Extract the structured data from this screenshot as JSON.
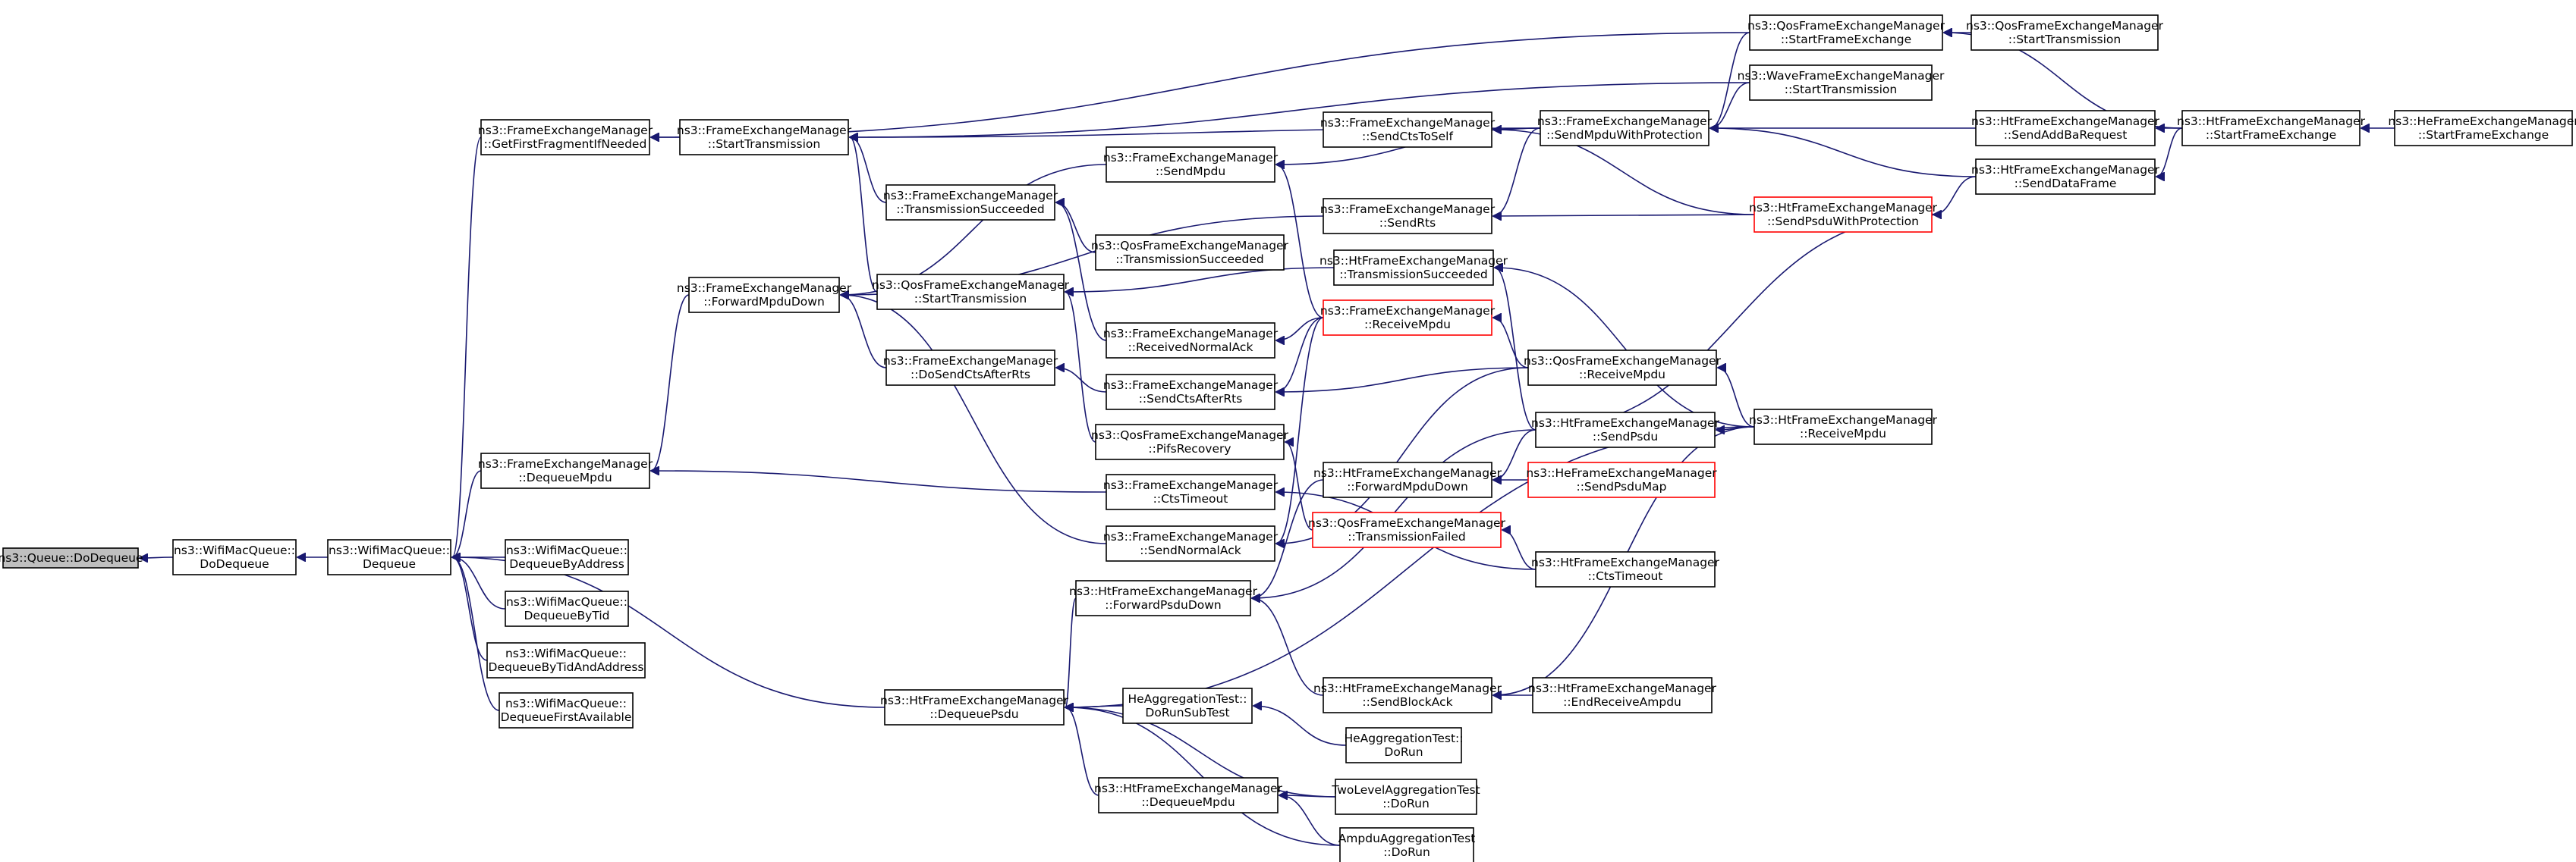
{
  "diagram": {
    "nodes": [
      {
        "id": "n0",
        "lines": [
          "ns3::Queue::DoDequeue"
        ],
        "current": true
      },
      {
        "id": "n1",
        "lines": [
          "ns3::WifiMacQueue::",
          "DoDequeue"
        ]
      },
      {
        "id": "n2",
        "lines": [
          "ns3::WifiMacQueue::",
          "Dequeue"
        ]
      },
      {
        "id": "n3",
        "lines": [
          "ns3::FrameExchangeManager",
          "::GetFirstFragmentIfNeeded"
        ]
      },
      {
        "id": "n4",
        "lines": [
          "ns3::FrameExchangeManager",
          "::DequeueMpdu"
        ]
      },
      {
        "id": "n5",
        "lines": [
          "ns3::WifiMacQueue::",
          "DequeueByAddress"
        ]
      },
      {
        "id": "n6",
        "lines": [
          "ns3::WifiMacQueue::",
          "DequeueByTid"
        ]
      },
      {
        "id": "n7",
        "lines": [
          "ns3::WifiMacQueue::",
          "DequeueByTidAndAddress"
        ]
      },
      {
        "id": "n8",
        "lines": [
          "ns3::WifiMacQueue::",
          "DequeueFirstAvailable"
        ]
      },
      {
        "id": "n9",
        "lines": [
          "ns3::FrameExchangeManager",
          "::StartTransmission"
        ]
      },
      {
        "id": "n10",
        "lines": [
          "ns3::FrameExchangeManager",
          "::ForwardMpduDown"
        ]
      },
      {
        "id": "n11",
        "lines": [
          "ns3::FrameExchangeManager",
          "::TransmissionSucceeded"
        ]
      },
      {
        "id": "n12",
        "lines": [
          "ns3::QosFrameExchangeManager",
          "::StartTransmission"
        ]
      },
      {
        "id": "n13",
        "lines": [
          "ns3::FrameExchangeManager",
          "::DoSendCtsAfterRts"
        ]
      },
      {
        "id": "n14",
        "lines": [
          "ns3::HtFrameExchangeManager",
          "::DequeuePsdu"
        ]
      },
      {
        "id": "n15",
        "lines": [
          "ns3::FrameExchangeManager",
          "::SendMpdu"
        ]
      },
      {
        "id": "n16",
        "lines": [
          "ns3::QosFrameExchangeManager",
          "::TransmissionSucceeded"
        ]
      },
      {
        "id": "n17",
        "lines": [
          "ns3::FrameExchangeManager",
          "::ReceivedNormalAck"
        ]
      },
      {
        "id": "n18",
        "lines": [
          "ns3::FrameExchangeManager",
          "::SendCtsAfterRts"
        ]
      },
      {
        "id": "n19",
        "lines": [
          "ns3::QosFrameExchangeManager",
          "::PifsRecovery"
        ]
      },
      {
        "id": "n20",
        "lines": [
          "ns3::FrameExchangeManager",
          "::CtsTimeout"
        ]
      },
      {
        "id": "n21",
        "lines": [
          "ns3::FrameExchangeManager",
          "::SendNormalAck"
        ]
      },
      {
        "id": "n22",
        "lines": [
          "ns3::HtFrameExchangeManager",
          "::ForwardPsduDown"
        ]
      },
      {
        "id": "n23",
        "lines": [
          "HeAggregationTest::",
          "DoRunSubTest"
        ]
      },
      {
        "id": "n24",
        "lines": [
          "ns3::HtFrameExchangeManager",
          "::DequeueMpdu"
        ]
      },
      {
        "id": "n25",
        "lines": [
          "ns3::FrameExchangeManager",
          "::SendCtsToSelf"
        ]
      },
      {
        "id": "n26",
        "lines": [
          "ns3::FrameExchangeManager",
          "::SendRts"
        ]
      },
      {
        "id": "n27",
        "lines": [
          "ns3::HtFrameExchangeManager",
          "::TransmissionSucceeded"
        ]
      },
      {
        "id": "n28",
        "lines": [
          "ns3::FrameExchangeManager",
          "::ReceiveMpdu"
        ],
        "red": true
      },
      {
        "id": "n29",
        "lines": [
          "ns3::HtFrameExchangeManager",
          "::ForwardMpduDown"
        ]
      },
      {
        "id": "n30",
        "lines": [
          "ns3::QosFrameExchangeManager",
          "::TransmissionFailed"
        ],
        "red": true
      },
      {
        "id": "n31",
        "lines": [
          "ns3::HtFrameExchangeManager",
          "::SendBlockAck"
        ]
      },
      {
        "id": "n32",
        "lines": [
          "HeAggregationTest::",
          "DoRun"
        ]
      },
      {
        "id": "n33",
        "lines": [
          "TwoLevelAggregationTest",
          "::DoRun"
        ]
      },
      {
        "id": "n34",
        "lines": [
          "AmpduAggregationTest",
          "::DoRun"
        ]
      },
      {
        "id": "n35",
        "lines": [
          "ns3::QosFrameExchangeManager",
          "::StartFrameExchange"
        ]
      },
      {
        "id": "n36",
        "lines": [
          "ns3::WaveFrameExchangeManager",
          "::StartTransmission"
        ]
      },
      {
        "id": "n37",
        "lines": [
          "ns3::FrameExchangeManager",
          "::SendMpduWithProtection"
        ]
      },
      {
        "id": "n38",
        "lines": [
          "ns3::HtFrameExchangeManager",
          "::SendPsduWithProtection"
        ],
        "red": true
      },
      {
        "id": "n39",
        "lines": [
          "ns3::QosFrameExchangeManager",
          "::ReceiveMpdu"
        ]
      },
      {
        "id": "n40",
        "lines": [
          "ns3::HtFrameExchangeManager",
          "::SendPsdu"
        ]
      },
      {
        "id": "n41",
        "lines": [
          "ns3::HeFrameExchangeManager",
          "::SendPsduMap"
        ],
        "red": true
      },
      {
        "id": "n42",
        "lines": [
          "ns3::HtFrameExchangeManager",
          "::CtsTimeout"
        ]
      },
      {
        "id": "n43",
        "lines": [
          "ns3::HtFrameExchangeManager",
          "::EndReceiveAmpdu"
        ]
      },
      {
        "id": "n44",
        "lines": [
          "ns3::QosFrameExchangeManager",
          "::StartTransmission"
        ]
      },
      {
        "id": "n45",
        "lines": [
          "ns3::HtFrameExchangeManager",
          "::SendAddBaRequest"
        ]
      },
      {
        "id": "n46",
        "lines": [
          "ns3::HtFrameExchangeManager",
          "::SendDataFrame"
        ]
      },
      {
        "id": "n47",
        "lines": [
          "ns3::HtFrameExchangeManager",
          "::ReceiveMpdu"
        ]
      },
      {
        "id": "n48",
        "lines": [
          "ns3::HtFrameExchangeManager",
          "::StartFrameExchange"
        ]
      },
      {
        "id": "n49",
        "lines": [
          "ns3::HeFrameExchangeManager",
          "::StartFrameExchange"
        ]
      }
    ],
    "edges": [
      [
        "n1",
        "n0"
      ],
      [
        "n2",
        "n1"
      ],
      [
        "n3",
        "n2"
      ],
      [
        "n4",
        "n2"
      ],
      [
        "n5",
        "n2"
      ],
      [
        "n6",
        "n2"
      ],
      [
        "n7",
        "n2"
      ],
      [
        "n8",
        "n2"
      ],
      [
        "n14",
        "n2"
      ],
      [
        "n9",
        "n3"
      ],
      [
        "n35",
        "n3"
      ],
      [
        "n10",
        "n4"
      ],
      [
        "n20",
        "n4"
      ],
      [
        "n11",
        "n9"
      ],
      [
        "n12",
        "n9"
      ],
      [
        "n37",
        "n9"
      ],
      [
        "n36",
        "n9"
      ],
      [
        "n15",
        "n10"
      ],
      [
        "n26",
        "n10"
      ],
      [
        "n13",
        "n10"
      ],
      [
        "n21",
        "n10"
      ],
      [
        "n16",
        "n11"
      ],
      [
        "n17",
        "n11"
      ],
      [
        "n27",
        "n12"
      ],
      [
        "n19",
        "n12"
      ],
      [
        "n18",
        "n13"
      ],
      [
        "n22",
        "n14"
      ],
      [
        "n23",
        "n14"
      ],
      [
        "n24",
        "n14"
      ],
      [
        "n33",
        "n14"
      ],
      [
        "n34",
        "n14"
      ],
      [
        "n47",
        "n14"
      ],
      [
        "n37",
        "n15"
      ],
      [
        "n28",
        "n15"
      ],
      [
        "n28",
        "n17"
      ],
      [
        "n28",
        "n18"
      ],
      [
        "n39",
        "n18"
      ],
      [
        "n30",
        "n19"
      ],
      [
        "n42",
        "n20"
      ],
      [
        "n28",
        "n21"
      ],
      [
        "n39",
        "n21"
      ],
      [
        "n29",
        "n22"
      ],
      [
        "n40",
        "n22"
      ],
      [
        "n31",
        "n22"
      ],
      [
        "n32",
        "n23"
      ],
      [
        "n33",
        "n24"
      ],
      [
        "n34",
        "n24"
      ],
      [
        "n37",
        "n25"
      ],
      [
        "n38",
        "n25"
      ],
      [
        "n37",
        "n26"
      ],
      [
        "n38",
        "n26"
      ],
      [
        "n40",
        "n27"
      ],
      [
        "n47",
        "n27"
      ],
      [
        "n39",
        "n28"
      ],
      [
        "n40",
        "n29"
      ],
      [
        "n41",
        "n29"
      ],
      [
        "n42",
        "n30"
      ],
      [
        "n43",
        "n31"
      ],
      [
        "n47",
        "n31"
      ],
      [
        "n44",
        "n35"
      ],
      [
        "n48",
        "n35"
      ],
      [
        "n45",
        "n37"
      ],
      [
        "n46",
        "n37"
      ],
      [
        "n35",
        "n37"
      ],
      [
        "n36",
        "n37"
      ],
      [
        "n46",
        "n38"
      ],
      [
        "n47",
        "n39"
      ],
      [
        "n40",
        "n38"
      ],
      [
        "n47",
        "n40"
      ],
      [
        "n48",
        "n45"
      ],
      [
        "n48",
        "n46"
      ],
      [
        "n49",
        "n48"
      ]
    ]
  }
}
